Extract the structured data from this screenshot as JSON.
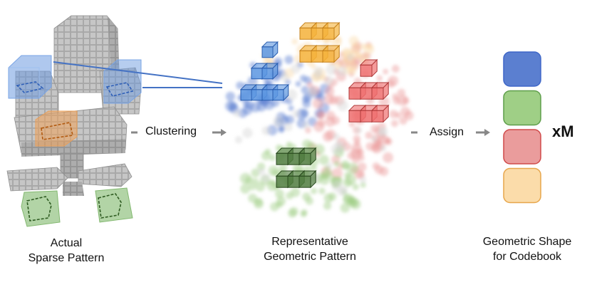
{
  "labels": {
    "left_line1": "Actual",
    "left_line2": "Sparse Pattern",
    "mid_line1": "Representative",
    "mid_line2": "Geometric Pattern",
    "right_line1": "Geometric Shape",
    "right_line2": "for Codebook",
    "clustering": "Clustering",
    "assign": "Assign",
    "multiplier": "xM"
  },
  "colors": {
    "blue": "#5b7fd0",
    "green": "#9fcf86",
    "red": "#ea9c9c",
    "orange": "#fbdcaa",
    "blue_border": "#3f67c8",
    "green_border": "#5e9e4a",
    "red_border": "#d04a4a",
    "orange_border": "#e7a64b",
    "gray_voxel": "#b9b9b9",
    "arrow": "#888888"
  },
  "codebook": [
    {
      "name": "blue-shape"
    },
    {
      "name": "green-shape"
    },
    {
      "name": "red-shape"
    },
    {
      "name": "orange-shape"
    }
  ]
}
